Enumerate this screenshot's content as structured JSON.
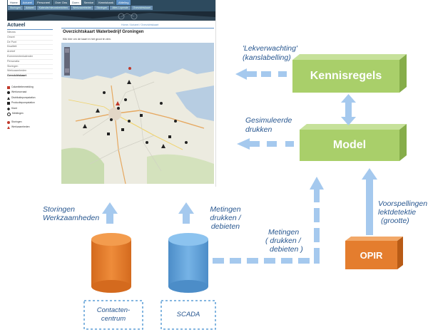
{
  "screenshot": {
    "nav_tabs": [
      "Home",
      "Actueel",
      "Personeel",
      "Over Ons",
      "Doen",
      "Service",
      "Kennisbank",
      "Afdeling"
    ],
    "sub_tabs": [
      "Storingen",
      "Actueel",
      "Kalender/nieuwsberichten",
      "Werkzaamheden",
      "Storingen",
      "Alles Lopende",
      "Overzichtskaart"
    ],
    "sidebar_title": "Actueel",
    "sidebar_items": [
      "Nieuws",
      "Omzet",
      "De Punt",
      "Kwaliteit",
      "Archief",
      "Evenementenkalender",
      "Personalia",
      "Storingen",
      "Werkzaamheden",
      "Overzichtskaart"
    ],
    "legend_items": [
      {
        "label": "Calamiteitenmelding",
        "color": "#c0392b"
      },
      {
        "label": "Werkvoorraad",
        "color": "#222222"
      },
      {
        "label": "Distributiepompstation",
        "color": "#222222"
      },
      {
        "label": "Productiepompstation",
        "color": "#222222"
      },
      {
        "label": "Klant",
        "color": "#222222"
      },
      {
        "label": "Meldingen",
        "color": "#222222"
      },
      {
        "label": "Storingen",
        "color": "#c0392b"
      },
      {
        "label": "Werkzaamheden",
        "color": "#c0392b"
      }
    ],
    "breadcrumb": "Home / Actueel / Overzichtskaart",
    "page_title": "Overzichtskaart Waterbedrijf Groningen",
    "instruction": "Klik hier om de kaart in het groot te zien."
  },
  "diagram": {
    "kennisregels": "Kennisregels",
    "model": "Model",
    "opir": "OPIR",
    "lekverwachting_1": "'Lekverwachting'",
    "lekverwachting_2": "(kanslabelling)",
    "gesimuleerde_1": "Gesimuleerde",
    "gesimuleerde_2": "drukken",
    "storingen_1": "Storingen",
    "storingen_2": "Werkzaamheden",
    "metingen_top_1": "Metingen",
    "metingen_top_2": "drukken /",
    "metingen_top_3": "debieten",
    "metingen_bot_1": "Metingen",
    "metingen_bot_2": "( drukken /",
    "metingen_bot_3": "debieten )",
    "voorspellingen_1": "Voorspellingen",
    "voorspellingen_2": "lektdetektie",
    "voorspellingen_3": "(grootte)",
    "contact_1": "Contacten-",
    "contact_2": "centrum",
    "scada": "SCADA"
  },
  "colors": {
    "green": "#a9cf6a",
    "green_dark": "#86ad4a",
    "orange": "#e47d2e",
    "blue": "#5c9ed6",
    "arrow": "#a5c9ee",
    "text": "#27568f"
  }
}
